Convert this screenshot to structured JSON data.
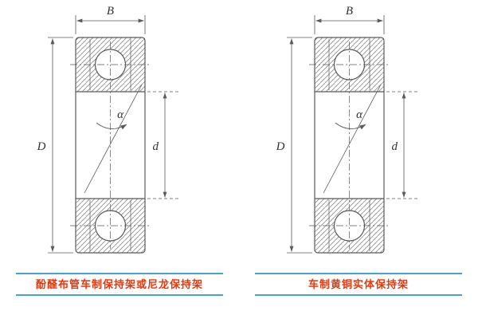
{
  "figures": [
    {
      "caption": "酚醛布管车制保持架或尼龙保持架",
      "labels": {
        "width": "B",
        "outer": "D",
        "bore": "d",
        "angle": "α"
      }
    },
    {
      "caption": "车制黄铜实体保持架",
      "labels": {
        "width": "B",
        "outer": "D",
        "bore": "d",
        "angle": "α"
      }
    }
  ],
  "colors": {
    "caption_text": "#e8380d",
    "caption_rule": "#45a3d6",
    "line": "#5a5a5a"
  }
}
